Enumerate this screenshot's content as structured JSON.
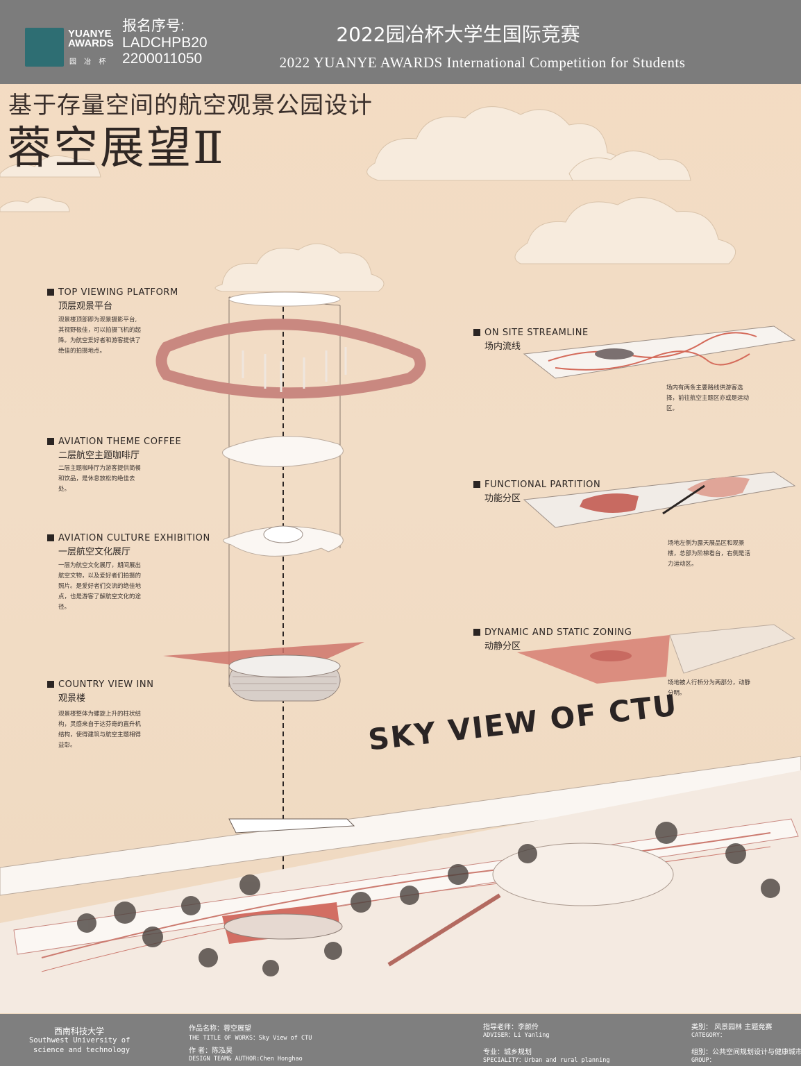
{
  "header": {
    "logo_text": "YUANYE AWARDS",
    "logo_cn": "园 冶 杯",
    "reg_label": "报名序号:",
    "reg_line1": "LADCHPB20",
    "reg_line2": "2200011050",
    "competition_cn": "2022园冶杯大学生国际竞赛",
    "competition_en": "2022 YUANYE AWARDS International Competition for  Students"
  },
  "titles": {
    "subtitle": "基于存量空间的航空观景公园设计",
    "main": "蓉空展望Ⅱ"
  },
  "labels": [
    {
      "en": "TOP VIEWING PLATFORM",
      "cn": "顶层观景平台",
      "desc": [
        "观景楼顶部即为观景摄影平台,",
        "其视野极佳，可以拍摄飞机的起",
        "降。为航空爱好者和游客提供了",
        "绝佳的拍摄地点。"
      ]
    },
    {
      "en": "AVIATION THEME COFFEE",
      "cn": "二层航空主题咖啡厅",
      "desc": [
        "二层主题咖啡厅为游客提供简餐",
        "和饮品，是休息放松的绝佳去",
        "处。"
      ]
    },
    {
      "en": "AVIATION CULTURE EXHIBITION",
      "cn": "一层航空文化展厅",
      "desc": [
        "一层为航空文化展厅，期间展出",
        "航空文物，以及爱好者们拍摄的",
        "照片。是爱好者们交流的绝佳地",
        "点，也是游客了解航空文化的途",
        "径。"
      ]
    },
    {
      "en": "COUNTRY VIEW INN",
      "cn": "观景楼",
      "desc": [
        "观景楼整体为螺旋上升的柱状结",
        "构，灵感来自于达芬奇的直升机",
        "结构，使得建筑与航空主题相得",
        "益彰。"
      ]
    },
    {
      "en": "ON SITE STREAMLINE",
      "cn": "场内流线",
      "desc": [
        "场内有两条主要路线供游客选",
        "择，前往航空主题区亦或是运动",
        "区。"
      ]
    },
    {
      "en": "FUNCTIONAL PARTITION",
      "cn": "功能分区",
      "desc": [
        "场地左侧为露天展品区和观景",
        "楼，总部为阶梯看台，右侧是活",
        "力运动区。"
      ]
    },
    {
      "en": "DYNAMIC AND STATIC ZONING",
      "cn": "动静分区",
      "desc": [
        "场地被人行桥分为两部分，动静",
        "分明。"
      ]
    }
  ],
  "sky_view_title": "SKY VIEW OF CTU",
  "footer": {
    "school_cn": "西南科技大学",
    "school_en1": "Southwest University of",
    "school_en2": "science and technology",
    "work_cn": "作品名称：蓉空展望",
    "work_en": "THE TITLE OF WORKS：Sky View of CTU",
    "author_cn": "作    者：陈泓昊",
    "author_en": "DESIGN TEAM& AUTHOR:Chen Honghao",
    "adviser_cn": "指导老师：李颜伶",
    "adviser_en": "ADVISER：Li Yanling",
    "major_cn": "专业：城乡规划",
    "major_en": "SPECIALITY：Urban and rural planning",
    "category_cn": "类别： 风景园林  主题竞赛",
    "category_en": "CATEGORY：",
    "group_cn": "组别：公共空间规划设计与健康城市",
    "group_en": "GROUP："
  },
  "colors": {
    "header": "#7c7c7c",
    "background": "#f1dcc4",
    "accent": "#d9746b",
    "logo": "#2e6e73"
  }
}
